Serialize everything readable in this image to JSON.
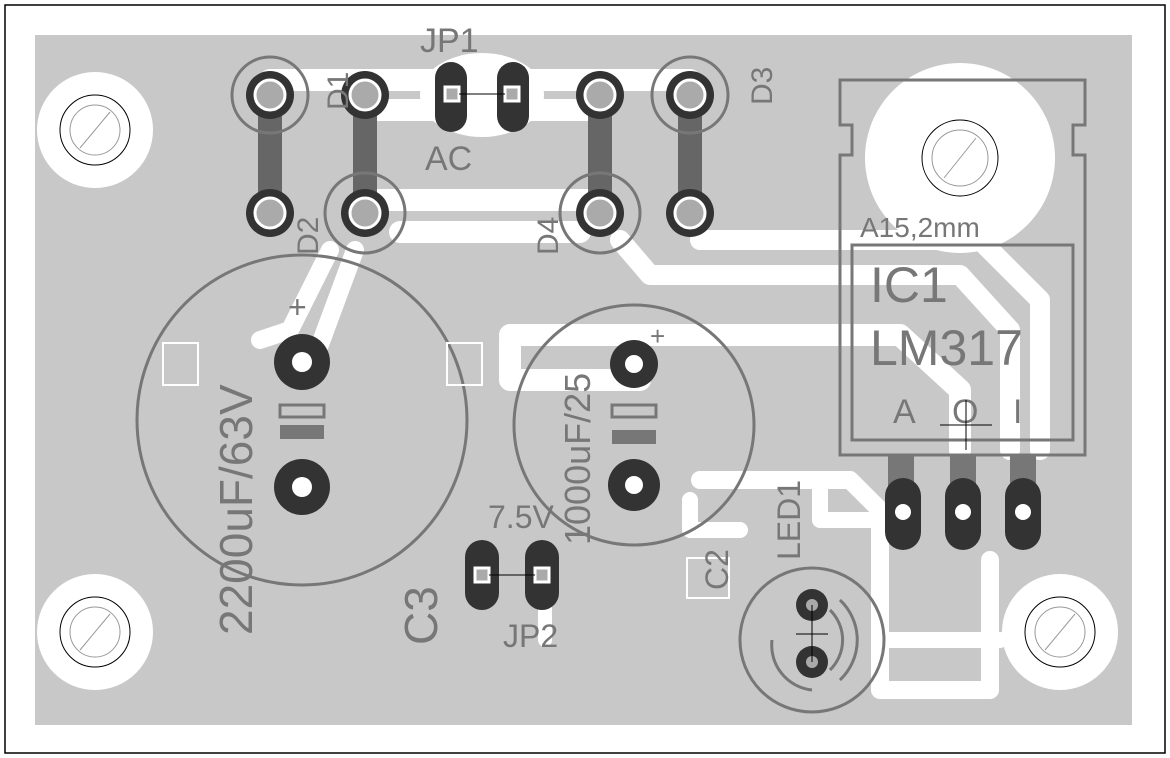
{
  "board": {
    "colors": {
      "copper_pour": "#c8c8c8",
      "pad": "#333333",
      "silk": "#777777",
      "clearance": "#ffffff"
    }
  },
  "labels": {
    "jp1": "JP1",
    "ac": "AC",
    "d1": "D1",
    "d2": "D2",
    "d3": "D3",
    "d4": "D4",
    "c3_value": "2200uF/63V",
    "c3": "C3",
    "c3_plus": "+",
    "c1_value": "1000uF/25",
    "c1_plus": "+",
    "jp2_value": "7.5V",
    "jp2": "JP2",
    "c2": "C2",
    "led1": "LED1",
    "ic_hole": "A15,2mm",
    "ic1": "IC1",
    "ic_part": "LM317",
    "pin_a": "A",
    "pin_o": "O",
    "pin_i": "I"
  }
}
